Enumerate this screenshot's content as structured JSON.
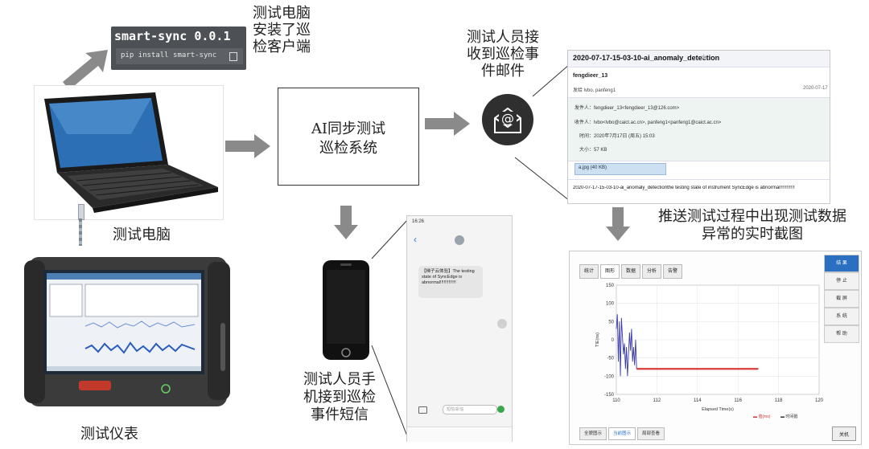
{
  "smart_sync": {
    "title": "smart-sync 0.0.1",
    "command": "pip install smart-sync"
  },
  "captions": {
    "pc_install_line1": "测试电脑",
    "pc_install_line2": "安装了巡",
    "pc_install_line3": "检客户端",
    "system_line1": "AI同步测试",
    "system_line2": "巡检系统",
    "email_recv_line1": "测试人员接",
    "email_recv_line2": "收到巡检事",
    "email_recv_line3": "件邮件",
    "test_pc": "测试电脑",
    "instrument": "测试仪表",
    "sms_line1": "测试人员手",
    "sms_line2": "机接到巡检",
    "sms_line3": "事件短信",
    "push_line1": "推送测试过程中出现测试数据",
    "push_line2": "异常的实时截图"
  },
  "email": {
    "subject": "2020-07-17-15-03-10-ai_anomaly_detection",
    "sender_name": "fengdieer_13",
    "recipients_line": "发给 lvbo, panfeng1",
    "date_short": "2020-07-17",
    "from_line": "发件人：fengdieer_13<fengdieer_13@126.com>",
    "to_line": "收件人：lvbo<lvbo@caict.ac.cn>, panfeng1<panfeng1@caict.ac.cn>",
    "time_line": "时间：2020年7月17日 (周五) 15:03",
    "size_line": "大小：57 KB",
    "attachment": "a.jpg (40 KB)",
    "body": "2020-07-17-15-03-10-ai_anomaly_detectionthe testing state of instrument SyncEdge is abnormal!!!!!!!!!!!"
  },
  "sms": {
    "time": "16:26",
    "message": "【梯子云体验】The testing state of SyncEdge is abnormal!!!!!!!!!!!!!",
    "input_placeholder": "短信/彩信"
  },
  "stats": {
    "tabs": [
      "统计",
      "图形",
      "数据",
      "分析",
      "告警"
    ],
    "side_buttons": [
      "结 果",
      "停 止",
      "截 屏",
      "系 统",
      "帮 助"
    ],
    "bottom_tabs": [
      "全貌图示",
      "当前图示",
      "局部查看"
    ],
    "close_label": "关机",
    "legend": [
      "▬ 值(ms)",
      "▬ 时间戳"
    ],
    "xlabel": "Elapsed Time(s)",
    "ylabel": "TIE(ns)"
  },
  "chart_data": {
    "type": "line",
    "x_ticks": [
      "110",
      "112",
      "114",
      "116",
      "118",
      "120"
    ],
    "y_ticks": [
      "150",
      "100",
      "50",
      "0",
      "-50",
      "-100",
      "-150"
    ],
    "xlim": [
      110,
      120
    ],
    "ylim": [
      -150,
      150
    ],
    "xlabel": "Elapsed Time(s)",
    "ylabel": "TIE(ns)",
    "series": [
      {
        "color": "#3a3aa8",
        "x": [
          110.0,
          110.05,
          110.1,
          110.15,
          110.2,
          110.25,
          110.3,
          110.35,
          110.4,
          110.45,
          110.5,
          110.55,
          110.6,
          110.65,
          110.7,
          110.75,
          110.8,
          110.85,
          110.9,
          110.95,
          111.0
        ],
        "y": [
          30,
          70,
          -60,
          50,
          -100,
          60,
          10,
          -40,
          -10,
          -80,
          -20,
          -100,
          -40,
          20,
          -30,
          30,
          -60,
          -20,
          -70,
          0,
          -80
        ]
      },
      {
        "color": "#d93a3a",
        "x": [
          111.0,
          117.0
        ],
        "y": [
          -80,
          -80
        ]
      }
    ]
  }
}
